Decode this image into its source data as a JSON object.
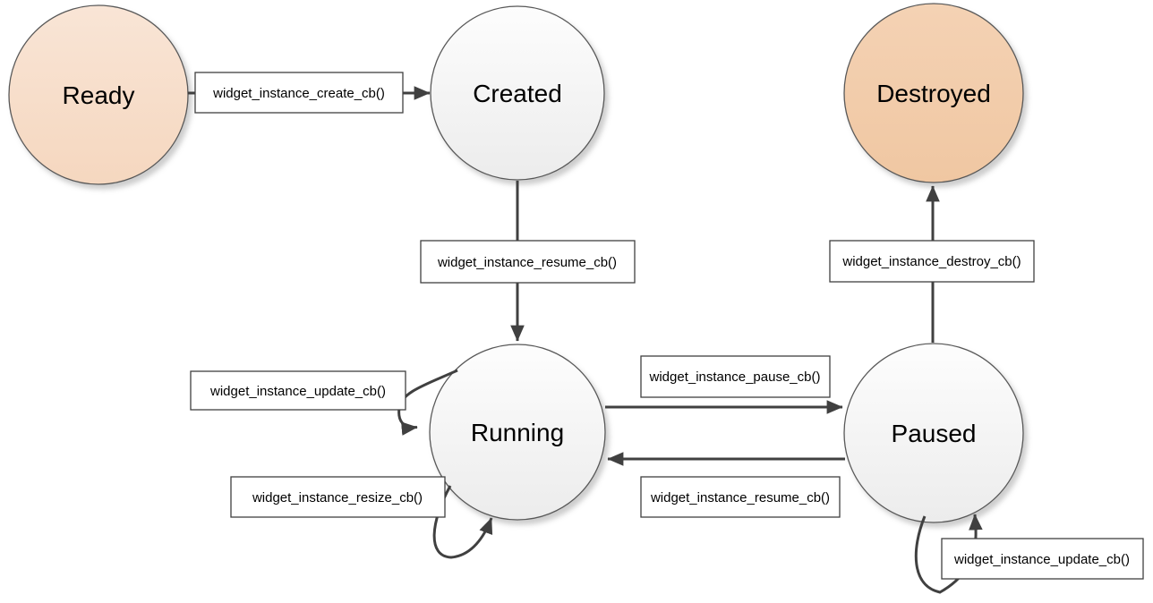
{
  "colors": {
    "background": "#ffffff",
    "ready_fill_top": "#f9e5d6",
    "ready_fill_bottom": "#f5d7bf",
    "destroyed_fill_top": "#f4d2b4",
    "destroyed_fill_bottom": "#f0c7a2",
    "state_fill_top": "#fdfdfd",
    "state_fill_bottom": "#ececec",
    "circle_stroke": "#595959",
    "arrow": "#404040",
    "label_border": "#404040",
    "label_text": "#000000"
  },
  "states": {
    "ready": {
      "label": "Ready"
    },
    "created": {
      "label": "Created"
    },
    "destroyed": {
      "label": "Destroyed"
    },
    "running": {
      "label": "Running"
    },
    "paused": {
      "label": "Paused"
    }
  },
  "transitions": {
    "create": {
      "label": "widget_instance_create_cb()",
      "from": "Ready",
      "to": "Created"
    },
    "resume_from_created": {
      "label": "widget_instance_resume_cb()",
      "from": "Created",
      "to": "Running"
    },
    "pause": {
      "label": "widget_instance_pause_cb()",
      "from": "Running",
      "to": "Paused"
    },
    "resume_from_paused": {
      "label": "widget_instance_resume_cb()",
      "from": "Paused",
      "to": "Running"
    },
    "destroy": {
      "label": "widget_instance_destroy_cb()",
      "from": "Paused",
      "to": "Destroyed"
    },
    "update_running": {
      "label": "widget_instance_update_cb()",
      "from": "Running",
      "to": "Running"
    },
    "resize_running": {
      "label": "widget_instance_resize_cb()",
      "from": "Running",
      "to": "Running"
    },
    "update_paused": {
      "label": "widget_instance_update_cb()",
      "from": "Paused",
      "to": "Paused"
    }
  }
}
